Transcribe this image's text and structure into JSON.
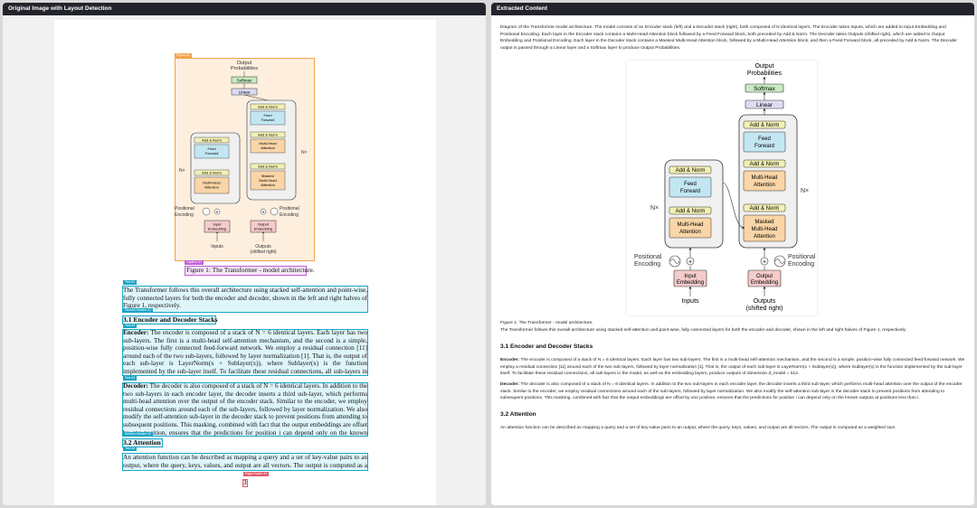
{
  "left_panel": {
    "title": "Original Image with Layout Detection"
  },
  "right_panel": {
    "title": "Extracted Content"
  },
  "detections": {
    "figure": "Figure #1",
    "caption": "Caption #1",
    "text1": "Text #1",
    "section1": "Section-Header #1",
    "text2": "Text #2",
    "text3": "Text #3",
    "section2": "Section-Header #2",
    "text4": "Text #4",
    "footer": "Page-Footer #1"
  },
  "diagram": {
    "output_probabilities": [
      "Output",
      "Probabilities"
    ],
    "softmax": "Softmax",
    "linear": "Linear",
    "add_norm": "Add & Norm",
    "feed_forward": [
      "Feed",
      "Forward"
    ],
    "mha": [
      "Multi-Head",
      "Attention"
    ],
    "masked_mha": [
      "Masked",
      "Multi-Head",
      "Attention"
    ],
    "input_embedding": [
      "Input",
      "Embedding"
    ],
    "output_embedding": [
      "Output",
      "Embedding"
    ],
    "pos_enc": [
      "Positional",
      "Encoding"
    ],
    "inputs": "Inputs",
    "outputs": [
      "Outputs",
      "(shifted right)"
    ],
    "nx": "N×"
  },
  "original": {
    "caption": "Figure 1: The Transformer - model architecture.",
    "para1": "The Transformer follows this overall architecture using stacked self-attention and point-wise, fully connected layers for both the encoder and decoder, shown in the left and right halves of Figure 1, respectively.",
    "sec1": "3.1   Encoder and Decoder Stacks",
    "enc_label": "Encoder:",
    "enc_text": " The encoder is composed of a stack of N = 6 identical layers. Each layer has two sub-layers. The first is a multi-head self-attention mechanism, and the second is a simple, position-wise fully connected feed-forward network. We employ a residual connection [11] around each of the two sub-layers, followed by layer normalization [1]. That is, the output of each sub-layer is LayerNorm(x + Sublayer(x)), where Sublayer(x) is the function implemented by the sub-layer itself. To facilitate these residual connections, all sub-layers in the model, as well as the embedding layers, produce outputs of dimension d_model = 512.",
    "dec_label": "Decoder:",
    "dec_text": " The decoder is also composed of a stack of N = 6 identical layers. In addition to the two sub-layers in each encoder layer, the decoder inserts a third sub-layer, which performs multi-head attention over the output of the encoder stack. Similar to the encoder, we employ residual connections around each of the sub-layers, followed by layer normalization. We also modify the self-attention sub-layer in the decoder stack to prevent positions from attending to subsequent positions. This masking, combined with fact that the output embeddings are offset by one position, ensures that the predictions for position i can depend only on the known outputs at positions less than i.",
    "sec2": "3.2   Attention",
    "para4": "An attention function can be described as mapping a query and a set of key-value pairs to an output, where the query, keys, values, and output are all vectors. The output is computed as a weighted sum",
    "page_no": "3"
  },
  "extracted": {
    "description": "Diagram of the Transformer model architecture. The model consists of an Encoder stack (left) and a Decoder stack (right), both composed of N identical layers. The Encoder takes Inputs, which are added to Input Embedding and Positional Encoding. Each layer in the Encoder stack contains a Multi-Head Attention block followed by a Feed Forward block, both preceded by Add & Norm. The Decoder takes Outputs (shifted right), which are added to Output Embedding and Positional Encoding. Each layer in the Decoder stack contains a Masked Multi-Head Attention block, followed by a Multi-Head Attention block, and then a Feed Forward block, all preceded by Add & Norm. The Decoder output is passed through a Linear layer and a Softmax layer to produce Output Probabilities.",
    "caption": "Figure 1: The Transformer - model architecture.",
    "para1": "The Transformer follows this overall architecture using stacked self-attention and point-wise, fully connected layers for both the encoder and decoder, shown in the left and right halves of Figure 1, respectively.",
    "sec1": "3.1 Encoder and Decoder Stacks",
    "enc_label": "Encoder:",
    "enc_text": " The encoder is composed of a stack of N = 6 identical layers. Each layer has two sub-layers. The first is a multi-head self-attention mechanism, and the second is a simple, position-wise fully connected feed-forward network. We employ a residual connection [11] around each of the two sub-layers, followed by layer normalization [1]. That is, the output of each sub-layer is LayerNorm(x + Sublayer(x)), where Sublayer(x) is the function implemented by the sub-layer itself. To facilitate these residual connections, all sub-layers in the model, as well as the embedding layers, produce outputs of dimension d_model = 512.",
    "dec_label": "Decoder:",
    "dec_text": " The decoder is also composed of a stack of N = 6 identical layers. In addition to the two sub-layers in each encoder layer, the decoder inserts a third sub-layer, which performs multi-head attention over the output of the encoder stack. Similar to the encoder, we employ residual connections around each of the sub-layers, followed by layer normalization. We also modify the self-attention sub-layer in the decoder stack to prevent positions from attending to subsequent positions. This masking, combined with fact that the output embeddings are offset by one position, ensures that the predictions for position i can depend only on the known outputs at positions less than i.",
    "sec2": "3.2 Attention",
    "para4": "An attention function can be described as mapping a query and a set of key-value pairs to an output, where the query, keys, values, and output are all vectors. The output is computed as a weighted sum"
  },
  "colors": {
    "header": "#23242b",
    "detect": "#1aa7c9",
    "figure_box": "#f3a24a",
    "caption_box": "#c45bd6",
    "footer_box": "#e35d6a",
    "add_norm": "#f2f0b3",
    "feed_forward": "#c3e6f3",
    "attention": "#f9d5a7",
    "softmax": "#c8ebc1",
    "linear": "#dcdcf2",
    "embedding": "#f5cbcb"
  }
}
